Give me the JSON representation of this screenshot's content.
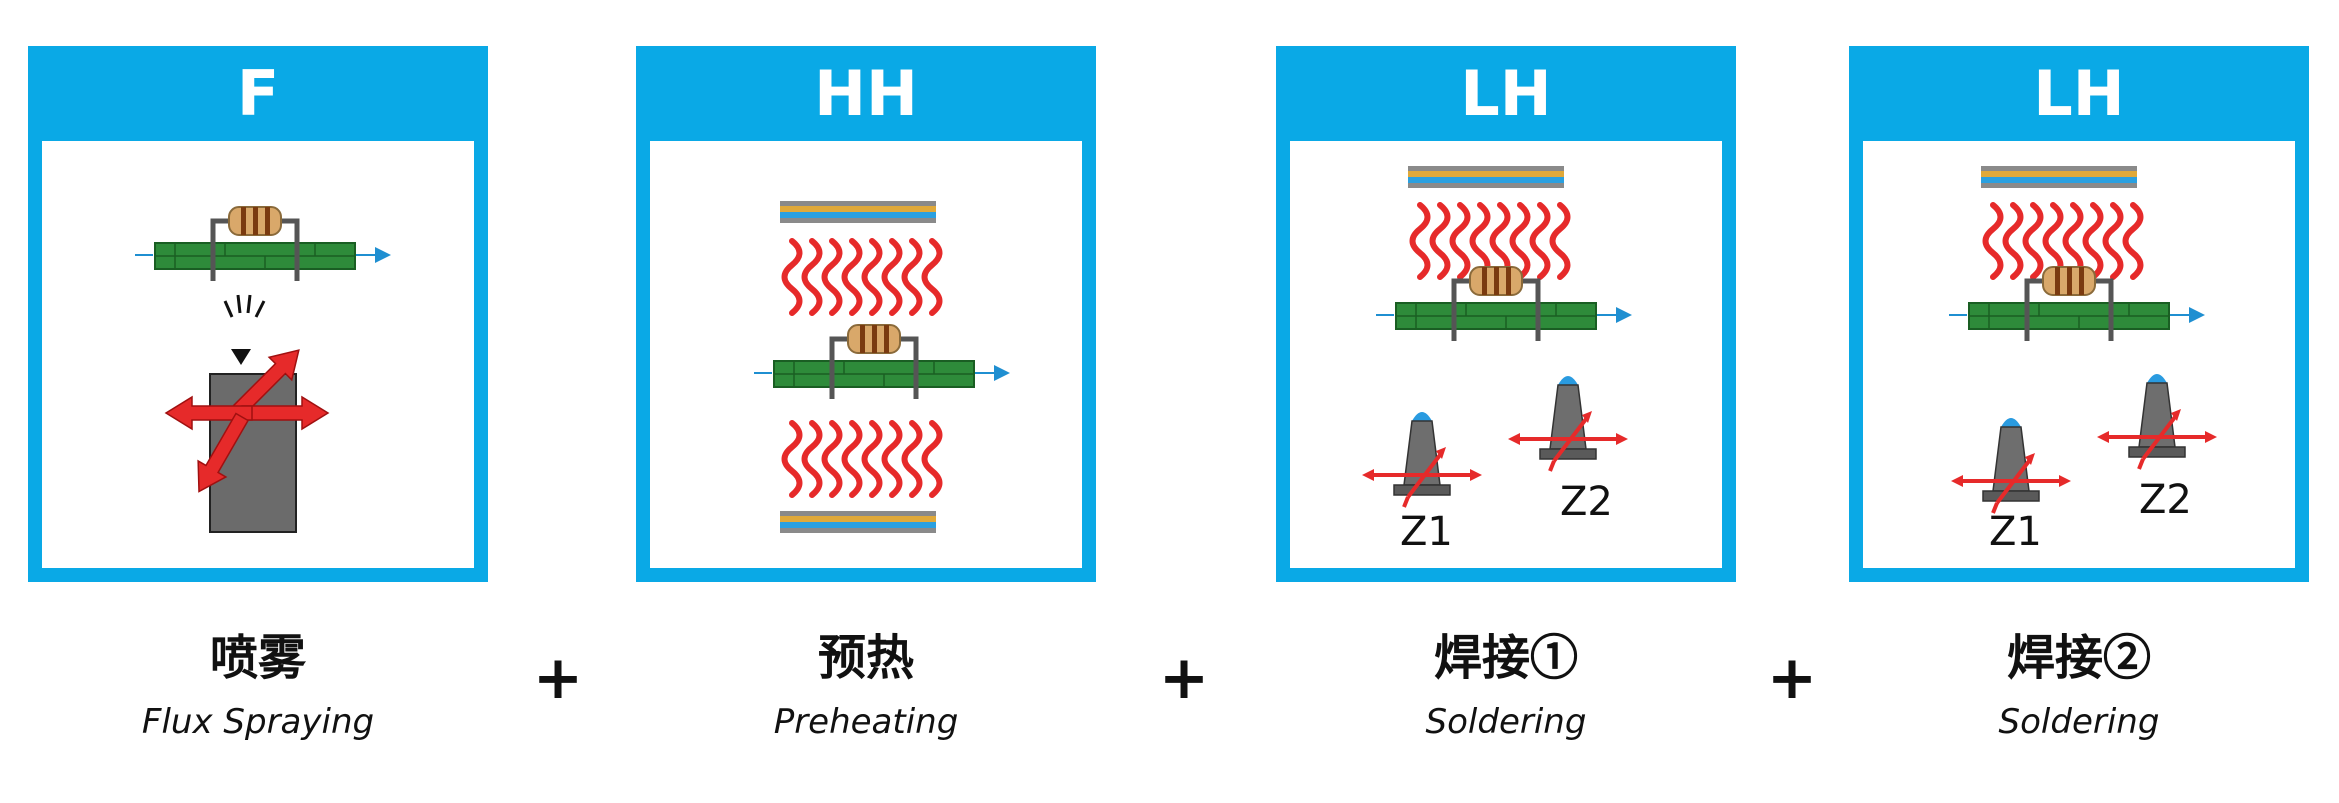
{
  "colors": {
    "panel_blue": "#0aa9e6",
    "board_green": "#2e8b3a",
    "heat_red": "#e62a2a",
    "arrow_blue": "#1f8fd1",
    "resistor_tan": "#d9a86a",
    "nozzle_gray": "#6e6e6e"
  },
  "stages": [
    {
      "code": "F",
      "title_cn": "喷雾",
      "title_en": "Flux Spraying"
    },
    {
      "code": "HH",
      "title_cn": "预热",
      "title_en": "Preheating"
    },
    {
      "code": "LH",
      "title_cn": "焊接①",
      "title_en": "Soldering",
      "z1": "Z1",
      "z2": "Z2"
    },
    {
      "code": "LH",
      "title_cn": "焊接②",
      "title_en": "Soldering",
      "z1": "Z1",
      "z2": "Z2"
    }
  ],
  "connectors": [
    "+",
    "+",
    "+"
  ],
  "icons": [
    "pcb-board-icon",
    "resistor-icon",
    "flux-sprayer-icon",
    "heater-plate-icon",
    "heat-wave-icon",
    "solder-nozzle-icon",
    "direction-arrow-icon"
  ]
}
